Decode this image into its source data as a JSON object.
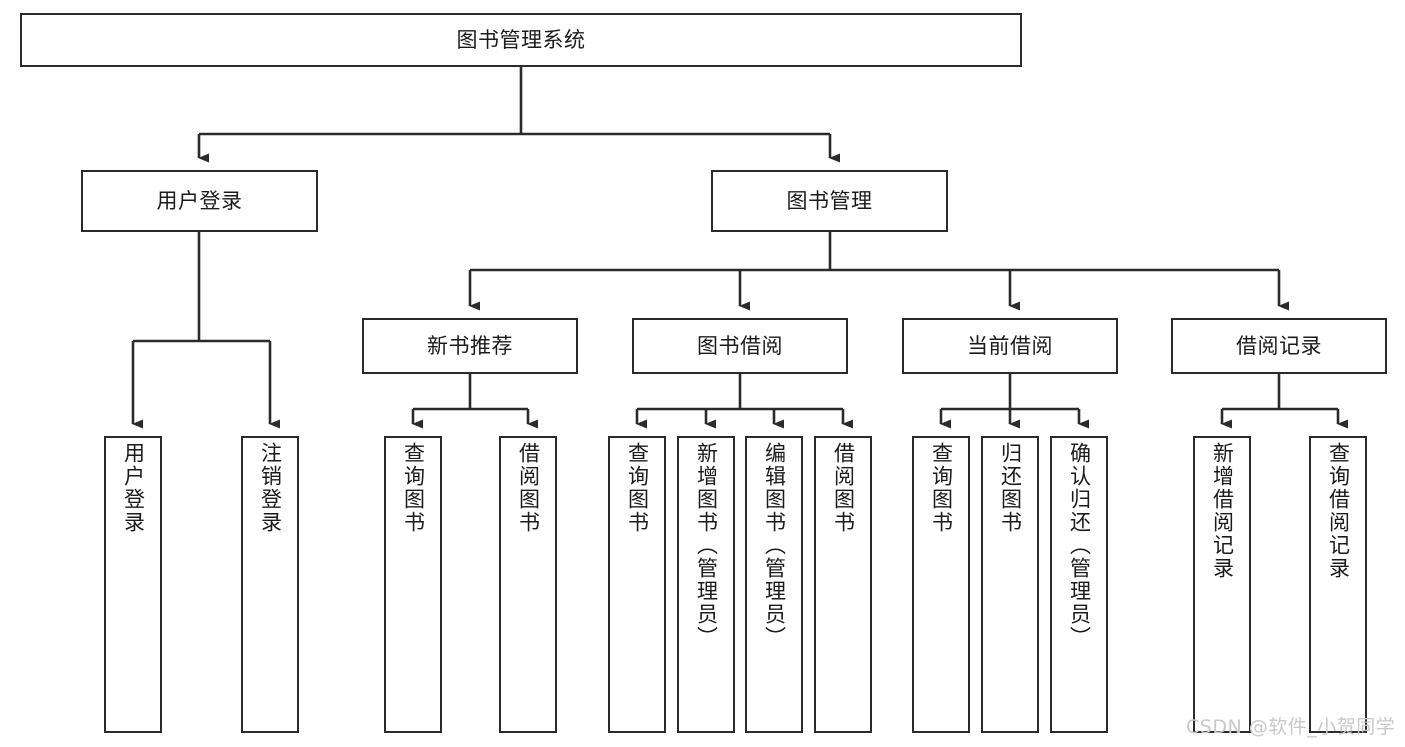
{
  "diagram": {
    "type": "tree",
    "title": "图书管理系统",
    "watermark": "CSDN @软件_小贺同学",
    "colors": {
      "border": "#2b2b2b",
      "background": "#ffffff",
      "text": "#1b1b1b",
      "watermark": "#c9c9c9"
    },
    "nodes": {
      "root": {
        "label": "图书管理系统"
      },
      "level2": [
        {
          "label": "用户登录"
        },
        {
          "label": "图书管理"
        }
      ],
      "level3": [
        {
          "label": "新书推荐"
        },
        {
          "label": "图书借阅"
        },
        {
          "label": "当前借阅"
        },
        {
          "label": "借阅记录"
        }
      ],
      "leaves_user_login": [
        {
          "label": "用户登录"
        },
        {
          "label": "注销登录"
        }
      ],
      "leaves_new_book": [
        {
          "label": "查询图书"
        },
        {
          "label": "借阅图书"
        }
      ],
      "leaves_borrow": [
        {
          "label": "查询图书"
        },
        {
          "label": "新增图书（管理员）"
        },
        {
          "label": "编辑图书（管理员）"
        },
        {
          "label": "借阅图书"
        }
      ],
      "leaves_current": [
        {
          "label": "查询图书"
        },
        {
          "label": "归还图书"
        },
        {
          "label": "确认归还（管理员）"
        }
      ],
      "leaves_records": [
        {
          "label": "新增借阅记录"
        },
        {
          "label": "查询借阅记录"
        }
      ]
    }
  }
}
